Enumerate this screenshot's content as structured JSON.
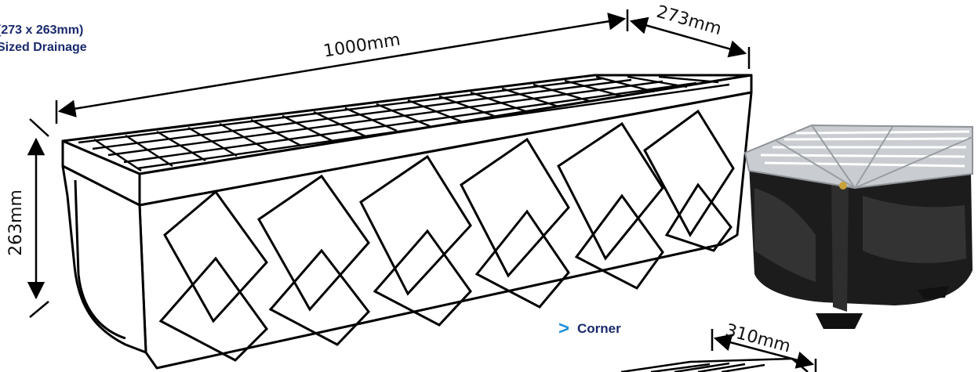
{
  "heading": {
    "line1": "(273 x 263mm)",
    "line2": "Sized Drainage"
  },
  "dimensions": {
    "length": "1000mm",
    "width": "273mm",
    "height": "263mm",
    "corner_width": "310mm"
  },
  "corner": {
    "chevron": ">",
    "label": "Corner"
  },
  "colors": {
    "navy": "#1a2a6c",
    "accent_blue": "#1e8fd8",
    "line": "#000000",
    "grate_grey": "#c9ccd0",
    "body_black": "#1c1c1c"
  }
}
